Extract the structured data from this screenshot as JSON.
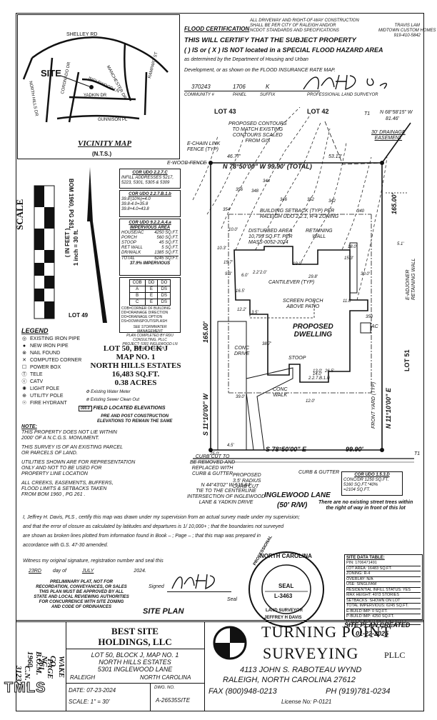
{
  "header": {
    "driveway_note": [
      "ALL DRIVEWAY AND RIGHT-OF-WAY CONSTRUCTION",
      "SHALL BE PER CITY OF RALEIGH AND/OR",
      "NCDOT STANDARDS AND SPECIFICATIONS"
    ],
    "client": [
      "TRAVIS LAM",
      "MIDTOWN CUSTOM HOMES",
      "919-410-5842"
    ],
    "flood_title": "FLOOD CERTIFICATION",
    "flood_line1": "THIS WILL CERTIFY THAT THE SUBJECT PROPERTY",
    "flood_line2": "(  ) IS or ( X ) IS NOT located in a SPECIAL FLOOD HAZARD AREA",
    "flood_line3": "as determined by the Department of Housing and Urban",
    "flood_line4": "Development, or as shown on the FLOOD INSURANCE RATE MAP.",
    "community_no": "370243",
    "panel": "1706",
    "suffix": "K",
    "labels": [
      "COMMUNITY #",
      "PANEL",
      "SUFFIX",
      "PROFESSIONAL LAND SURVEYOR"
    ]
  },
  "vicinity": {
    "title": "VICINITY MAP",
    "scale": "(N.T.S.)",
    "site": "SITE",
    "roads": [
      "SHELLEY RD",
      "MANCHESTER DR",
      "INGLEWOOD LN",
      "NORTH HILLS DR",
      "CORONADO DR",
      "YADKIN DR",
      "RAMPART ST",
      "GUNNISON PL"
    ]
  },
  "scale_bar": {
    "label": "SCALE",
    "units": "( IN FEET )",
    "ratio": "1 inch = 30 ft.",
    "bom": "BOM 1960, PG 261"
  },
  "udo": {
    "a_title": "COR UDO 2.2.7.C",
    "a_lines": [
      "INFILL ADDRESSES 5217,",
      "5223, 5301, 5305 & 5309"
    ],
    "b_title": "COR UDO 2.2.7.B.1.b",
    "b_lines": [
      "39.8'(10%)=4.0",
      "39.8-4.0=35.8",
      "39.8+4.0=43.8"
    ],
    "c_title": "COR UDO 9.2.2.A.4.a",
    "c_sub": "IMPERVIOUS AREA",
    "c_rows": [
      [
        "HOUSE/AC",
        "4250 SQ.FT."
      ],
      [
        "PORCH",
        "560 SQ.FT."
      ],
      [
        "STOOP",
        "45 SQ.FT."
      ],
      [
        "RET WALL",
        "5 SQ.FT."
      ],
      [
        "DR/WALK",
        "1385 SQ.FT."
      ],
      [
        "TOTAL",
        "6245 SQ.FT."
      ]
    ],
    "c_pct": "37.9% IMPERVIOUS",
    "cob_head": [
      "COB",
      "DD",
      "DO"
    ],
    "cob_rows": [
      [
        "A",
        "E",
        "DS"
      ],
      [
        "B",
        "E",
        "DS"
      ],
      [
        "C",
        "E",
        "DS"
      ]
    ],
    "cob_notes": [
      "COB=CORNER OF BUILDING",
      "DD=DRAINAGE DIRECTION",
      "DO=DRAINAGE OPTION",
      "DS=DOWNSPOUT/SPLASH"
    ],
    "storm_lines": [
      "SEE STORMWATER MANAGEMENT",
      "PLAN COMPLETED BY RDU",
      "CONSULTING, PLLC",
      "PROJECT: 5301 INGLEWOOD LN",
      "DATED 1-16-2025"
    ]
  },
  "lots": {
    "lot43": "LOT 43",
    "lot42": "LOT 42",
    "lot49": "LOT 49",
    "lot51": "LOT 51"
  },
  "legend": {
    "title": "LEGEND",
    "items": [
      {
        "icon": "existing-iron-pipe-icon",
        "glyph": "◎",
        "label": "EXISTING IRON PIPE"
      },
      {
        "icon": "new-iron-pipe-icon",
        "glyph": "●",
        "label": "NEW IRON PIPE"
      },
      {
        "icon": "nail-found-icon",
        "glyph": "⊗",
        "label": "NAIL FOUND"
      },
      {
        "icon": "computed-corner-icon",
        "glyph": "✕",
        "label": "COMPUTED CORNER"
      },
      {
        "icon": "power-box-icon",
        "glyph": "☐",
        "label": "POWER BOX"
      },
      {
        "icon": "tele-icon",
        "glyph": "Ⓣ",
        "label": "TELE"
      },
      {
        "icon": "catv-icon",
        "glyph": "ⓒ",
        "label": "CATV"
      },
      {
        "icon": "light-pole-icon",
        "glyph": "✺",
        "label": "LIGHT POLE"
      },
      {
        "icon": "utility-pole-icon",
        "glyph": "⊕",
        "label": "UTILITY POLE"
      },
      {
        "icon": "fire-hydrant-icon",
        "glyph": "☉",
        "label": "FIRE HYDRANT"
      }
    ],
    "water_meter": "Existing Water Meter",
    "sewer_cleanout": "Existing Sewer Clean Out",
    "field_elev": "FIELD LOCATED ELEVATIONS",
    "field_elev2": [
      "PRE AND POST CONSTRUCTION",
      "ELEVATIONS TO REMAIN THE SAME"
    ]
  },
  "lot_info": {
    "lines": [
      "LOT 50, BLOCK J",
      "MAP NO. 1",
      "NORTH HILLS ESTATES",
      "16,483 SQ.FT.",
      "0.38 ACRES"
    ]
  },
  "notes": {
    "note_title": "NOTE:",
    "n1": [
      "THIS PROPERTY DOES NOT LIE WITHIN",
      "2000' OF A N.C.G.S. MONUMENT."
    ],
    "n2": [
      "THIS SURVEY IS OF AN EXISTING PARCEL",
      "OR PARCELS OF LAND."
    ],
    "n3": [
      "UTILITIES SHOWN ARE FOR REPRESENTATION",
      "ONLY AND NOT TO BE USED FOR",
      "PROPERTY LINE LOCATION"
    ],
    "n4": [
      "ALL CREEKS, EASEMENTS, BUFFERS,",
      "FLOOD LIMITS & SETBACKS TAKEN",
      "FROM BOM 1960 , PG 261 ."
    ]
  },
  "plan": {
    "fence_chain": [
      "E-CHAIN LINK",
      "FENCE (TYP)"
    ],
    "fence_wood": "E-WOOD FENCE",
    "contour_note": [
      "PROPOSED CONTOURS",
      "TO MATCH EXISTING",
      "CONTOURS SCALED",
      "FROM GIS"
    ],
    "drain_ease": [
      "30' DRAINAGE",
      "EASEMENT"
    ],
    "t1a": "T1",
    "bearing_ne": "N 68°58'15\" W",
    "dist_ne": "81.46'",
    "dist_4677": "46.77'",
    "dist_5313": "53.13'",
    "bearing_top": "N 78°50'00\" W   99.90' (TOTAL)",
    "dist_right": "165.00'",
    "dist_left": "165.00'",
    "bearing_left": "S 11°10'00\" W",
    "bearing_right": "N 11°10'00\" E",
    "bearing_bottom": "S 78°50'00\" E",
    "dist_bottom": "99.90'",
    "t1b": "T1",
    "setback_note": [
      "BUILDING SETBACK (TYP) PER",
      "RALEIGH UDO 2.2.1, R-4 ZONING"
    ],
    "disturbed": [
      "DISTURBED AREA",
      "10,795 SQ.FT. PER",
      "MASS-0052-2024"
    ],
    "retaining": [
      "RETAINING",
      "WALL"
    ],
    "cantilever": "CANTILEVER (TYP)",
    "screen_porch": [
      "SCREEN PORCH",
      "ABOVE PATIO"
    ],
    "dwelling": [
      "PROPOSED",
      "DWELLING"
    ],
    "conc_drive": [
      "CONC",
      "DRIVE"
    ],
    "conc_walk": [
      "CONC",
      "WALK"
    ],
    "stoop": "STOOP",
    "ac": "AC",
    "adjoiner": [
      "E-ADJOINER",
      "RETAINING WALL"
    ],
    "front_yard": "FRONT YARD (TYP)",
    "dims": [
      "10.0'",
      "10.3'",
      "15.7'",
      "9.3'",
      "6.0'",
      "2.2'",
      "2.0'",
      "19.0'",
      "29.8'",
      "18.0'",
      "15.3'",
      "30.0'",
      "5.1'",
      "11.8'",
      "16.5'",
      "12.2'",
      "3.5'",
      "38.7'",
      "39.0'",
      "13.0'",
      "14.0'",
      "26.5'",
      "2.2.7.B.1.iii",
      "12.0'",
      "4.5'",
      "25.0'",
      "350",
      "348",
      "346",
      "352",
      "344",
      "342",
      "340",
      "356",
      "354"
    ],
    "curb_cut": [
      "CURB CUT TO",
      "BE REMOVED AND",
      "REPLACED WITH",
      "CURB & GUTTER"
    ],
    "tie": [
      "N 44°43'02\" W 515.84'",
      "TIE TO THE CENTERLINE",
      "INTERSECTION OF INGLEWOOD",
      "LANE & YADKIN DRIVE"
    ],
    "proposed_curb": [
      "PROPOSED",
      "3.5' RADIUS",
      "CURB CUT"
    ],
    "curb_gutter": "CURB & GUTTER",
    "street": "INGLEWOOD LANE",
    "row": "(50' R/W)",
    "udo_e_title": "COR UDO 1.5.3.D",
    "udo_e_lines": [
      "CONC/DR 1250 SQ.FT.",
      "5160 SQ.FT.*40%",
      "=2104 SQ.FT."
    ],
    "trees": [
      "There are no existing street trees within",
      "the right of way in front of this lot"
    ]
  },
  "cert": {
    "line1": "I,  Jeffrey H. Davis, PLS ,  certify this map was drawn under  my supervision from an actual survey made under my supervision;",
    "line2": "and that the error of closure as calculated by latitudes and departures is  1/ 10,000+  ; that the boundaries not surveyed",
    "line3": "are shown as broken lines plotted from information found in  Book  –  ; Page  –  ; that this map was prepared in",
    "line4": "accordance with G.S. 47-30 amended.",
    "witness": "Witness my original signature, registration number and seal this",
    "day": "23RD",
    "day_of": "day of",
    "month": "JULY",
    "year": "2024.",
    "signed": "Signed",
    "seal": "Seal",
    "prelim": [
      "PRELIMINARY PLAT, NOT FOR",
      "RECORDATION, CONVEYANCES, OR SALES",
      "THIS PLAN MUST BE APPROVED BY ALL",
      "STATE AND LOCAL REVIEWING AUTHORITIES",
      "FOR CONCURRENCE WITH SITE ZONING",
      "AND CODE OF ORDINANCES"
    ]
  },
  "seal_stamp": {
    "ring_top": "NORTH CAROLINA",
    "ring_mid": "PROFESSIONAL",
    "center1": "SEAL",
    "center2": "L-3463",
    "ring_bottom": "LAND SURVEYOR",
    "ring_name": "JEFFREY H DAVIS"
  },
  "site_table": {
    "title": "SITE DATA TABLE:",
    "rows": [
      "PIN: 1706471491",
      "LOT AREA: 16483 SQ.FT.",
      "ZONING:          R-4",
      "OVERLAY: N/A",
      "USE: SINGLFAM",
      "RESIDENTIAL INFILL STATUS: YES",
      "MAX HEIGHT: 40'/3 STORIES",
      "SETBACKS: SHOWN ON LOT",
      "TOTAL IMPERVIOUS: 6245 SQ.FT.",
      "E-BUILD IMP:  0 SQ.FT.",
      "P-BUILD IMP: 4250 SQ.FT.",
      "P-TOTAL BUILD IMP: 4250 SQ.FT."
    ]
  },
  "created": {
    "label": "SITE PLAN CREATED",
    "date": "01-22-2025"
  },
  "site_plan_label": "SITE PLAN",
  "title_block": {
    "side_cells": [
      "C.N. = 31232",
      "B.O.M. 1960",
      "PAGE 261",
      "WAKE CO. NC"
    ],
    "client1": "BEST SITE",
    "client2": "HOLDINGS, LLC",
    "desc": [
      "LOT 50, BLOCK J, MAP NO. 1",
      "NORTH HILLS ESTATES",
      "5301 INGLEWOOD LANE"
    ],
    "city": "RALEIGH",
    "state": "NORTH CAROLINA",
    "date": "DATE: 07-23-2024",
    "scale": "SCALE: 1\" = 30'",
    "dwg_label": "DWG. NO.",
    "dwg_no": "A-26535SITE",
    "company1": "TURNING POINT",
    "company2": "SURVEYING",
    "company3": "PLLC",
    "addr1": "4113 JOHN S. RABOTEAU WYND",
    "addr2": "RALEIGH, NORTH CAROLINA    27612",
    "fax": "FAX (800)948-0213",
    "ph": "PH (919)781-0234",
    "license": "License No: P-0121"
  },
  "watermark": "TMLS"
}
